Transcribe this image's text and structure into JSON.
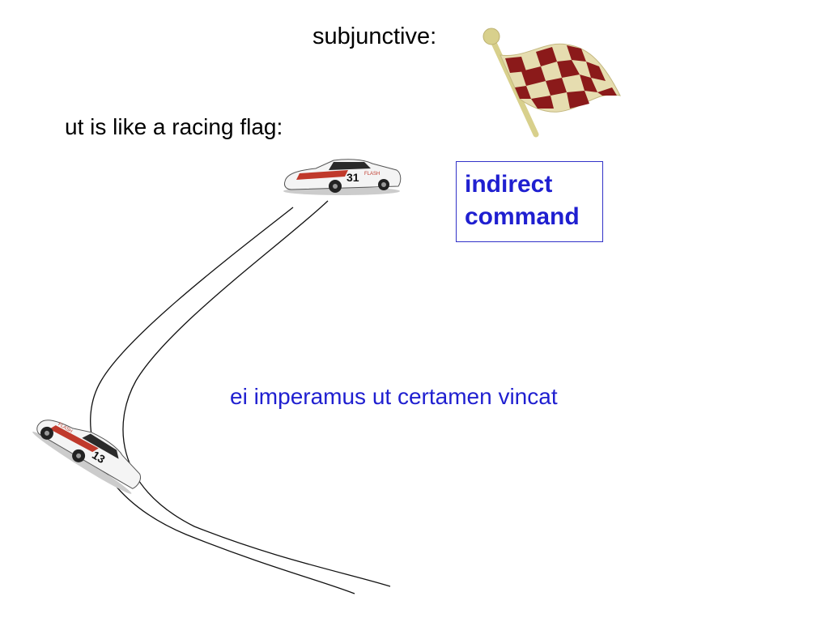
{
  "slide": {
    "heading": "subjunctive:",
    "intro": "ut is like a racing flag:",
    "note": {
      "line1": "indirect",
      "line2": "command"
    },
    "example": "ei imperamus ut certamen vincat",
    "car_top_number": "31",
    "car_bottom_number": "13",
    "car_sponsor_text": "FLASH"
  },
  "icons": [
    "checkered-flag-icon",
    "race-car-icon"
  ],
  "colors": {
    "text": "#000000",
    "accent_blue": "#1f1fd0",
    "box_border": "#3232c8",
    "flag_dark": "#8b1a1a",
    "flag_light": "#e6ddb0",
    "flag_pole": "#d8d08c",
    "car_stripe": "#c0392b"
  }
}
